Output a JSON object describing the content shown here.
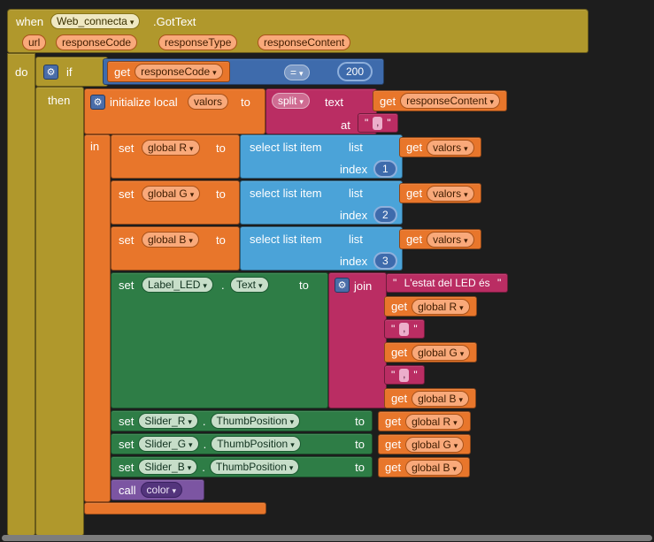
{
  "palette": {
    "background": "#1d1d1d",
    "event_gold": "#B0982C",
    "variables_orange": "#E8762B",
    "math_blue": "#3E6BAC",
    "lists_blue": "#4BA3D8",
    "text_magenta": "#BA2D63",
    "component_green": "#2E7D46",
    "procedure_purple": "#7C55A2"
  },
  "when": {
    "keyword": "when",
    "component": "Web_connecta",
    "event": ".GotText",
    "params": [
      "url",
      "responseCode",
      "responseType",
      "responseContent"
    ],
    "do": "do"
  },
  "if_block": {
    "if": "if",
    "then": "then",
    "condition": {
      "get": "get",
      "var": "responseCode",
      "op": "=",
      "value": "200"
    }
  },
  "init_local": {
    "label": "initialize local",
    "name": "valors",
    "to": "to",
    "in": "in",
    "split": {
      "op": "split",
      "text": "text",
      "get": "get",
      "var": "responseContent",
      "at": "at",
      "separator": ","
    }
  },
  "set_rows": [
    {
      "set": "set",
      "var": "global R",
      "to": "to",
      "op": "select list item",
      "list": "list",
      "get": "get",
      "listvar": "valors",
      "index_label": "index",
      "index": "1"
    },
    {
      "set": "set",
      "var": "global G",
      "to": "to",
      "op": "select list item",
      "list": "list",
      "get": "get",
      "listvar": "valors",
      "index_label": "index",
      "index": "2"
    },
    {
      "set": "set",
      "var": "global B",
      "to": "to",
      "op": "select list item",
      "list": "list",
      "get": "get",
      "listvar": "valors",
      "index_label": "index",
      "index": "3"
    }
  ],
  "label_set": {
    "set": "set",
    "component": "Label_LED",
    "dot": ".",
    "prop": "Text",
    "to": "to",
    "join": "join",
    "string": " L'estat del LED és ",
    "separator": ",",
    "gets": [
      {
        "get": "get",
        "var": "global R"
      },
      {
        "get": "get",
        "var": "global G"
      },
      {
        "get": "get",
        "var": "global B"
      }
    ]
  },
  "slider_rows": [
    {
      "set": "set",
      "component": "Slider_R",
      "dot": ".",
      "prop": "ThumbPosition",
      "to": "to",
      "get": "get",
      "var": "global R"
    },
    {
      "set": "set",
      "component": "Slider_G",
      "dot": ".",
      "prop": "ThumbPosition",
      "to": "to",
      "get": "get",
      "var": "global G"
    },
    {
      "set": "set",
      "component": "Slider_B",
      "dot": ".",
      "prop": "ThumbPosition",
      "to": "to",
      "get": "get",
      "var": "global B"
    }
  ],
  "call_block": {
    "call": "call",
    "proc": "color"
  }
}
